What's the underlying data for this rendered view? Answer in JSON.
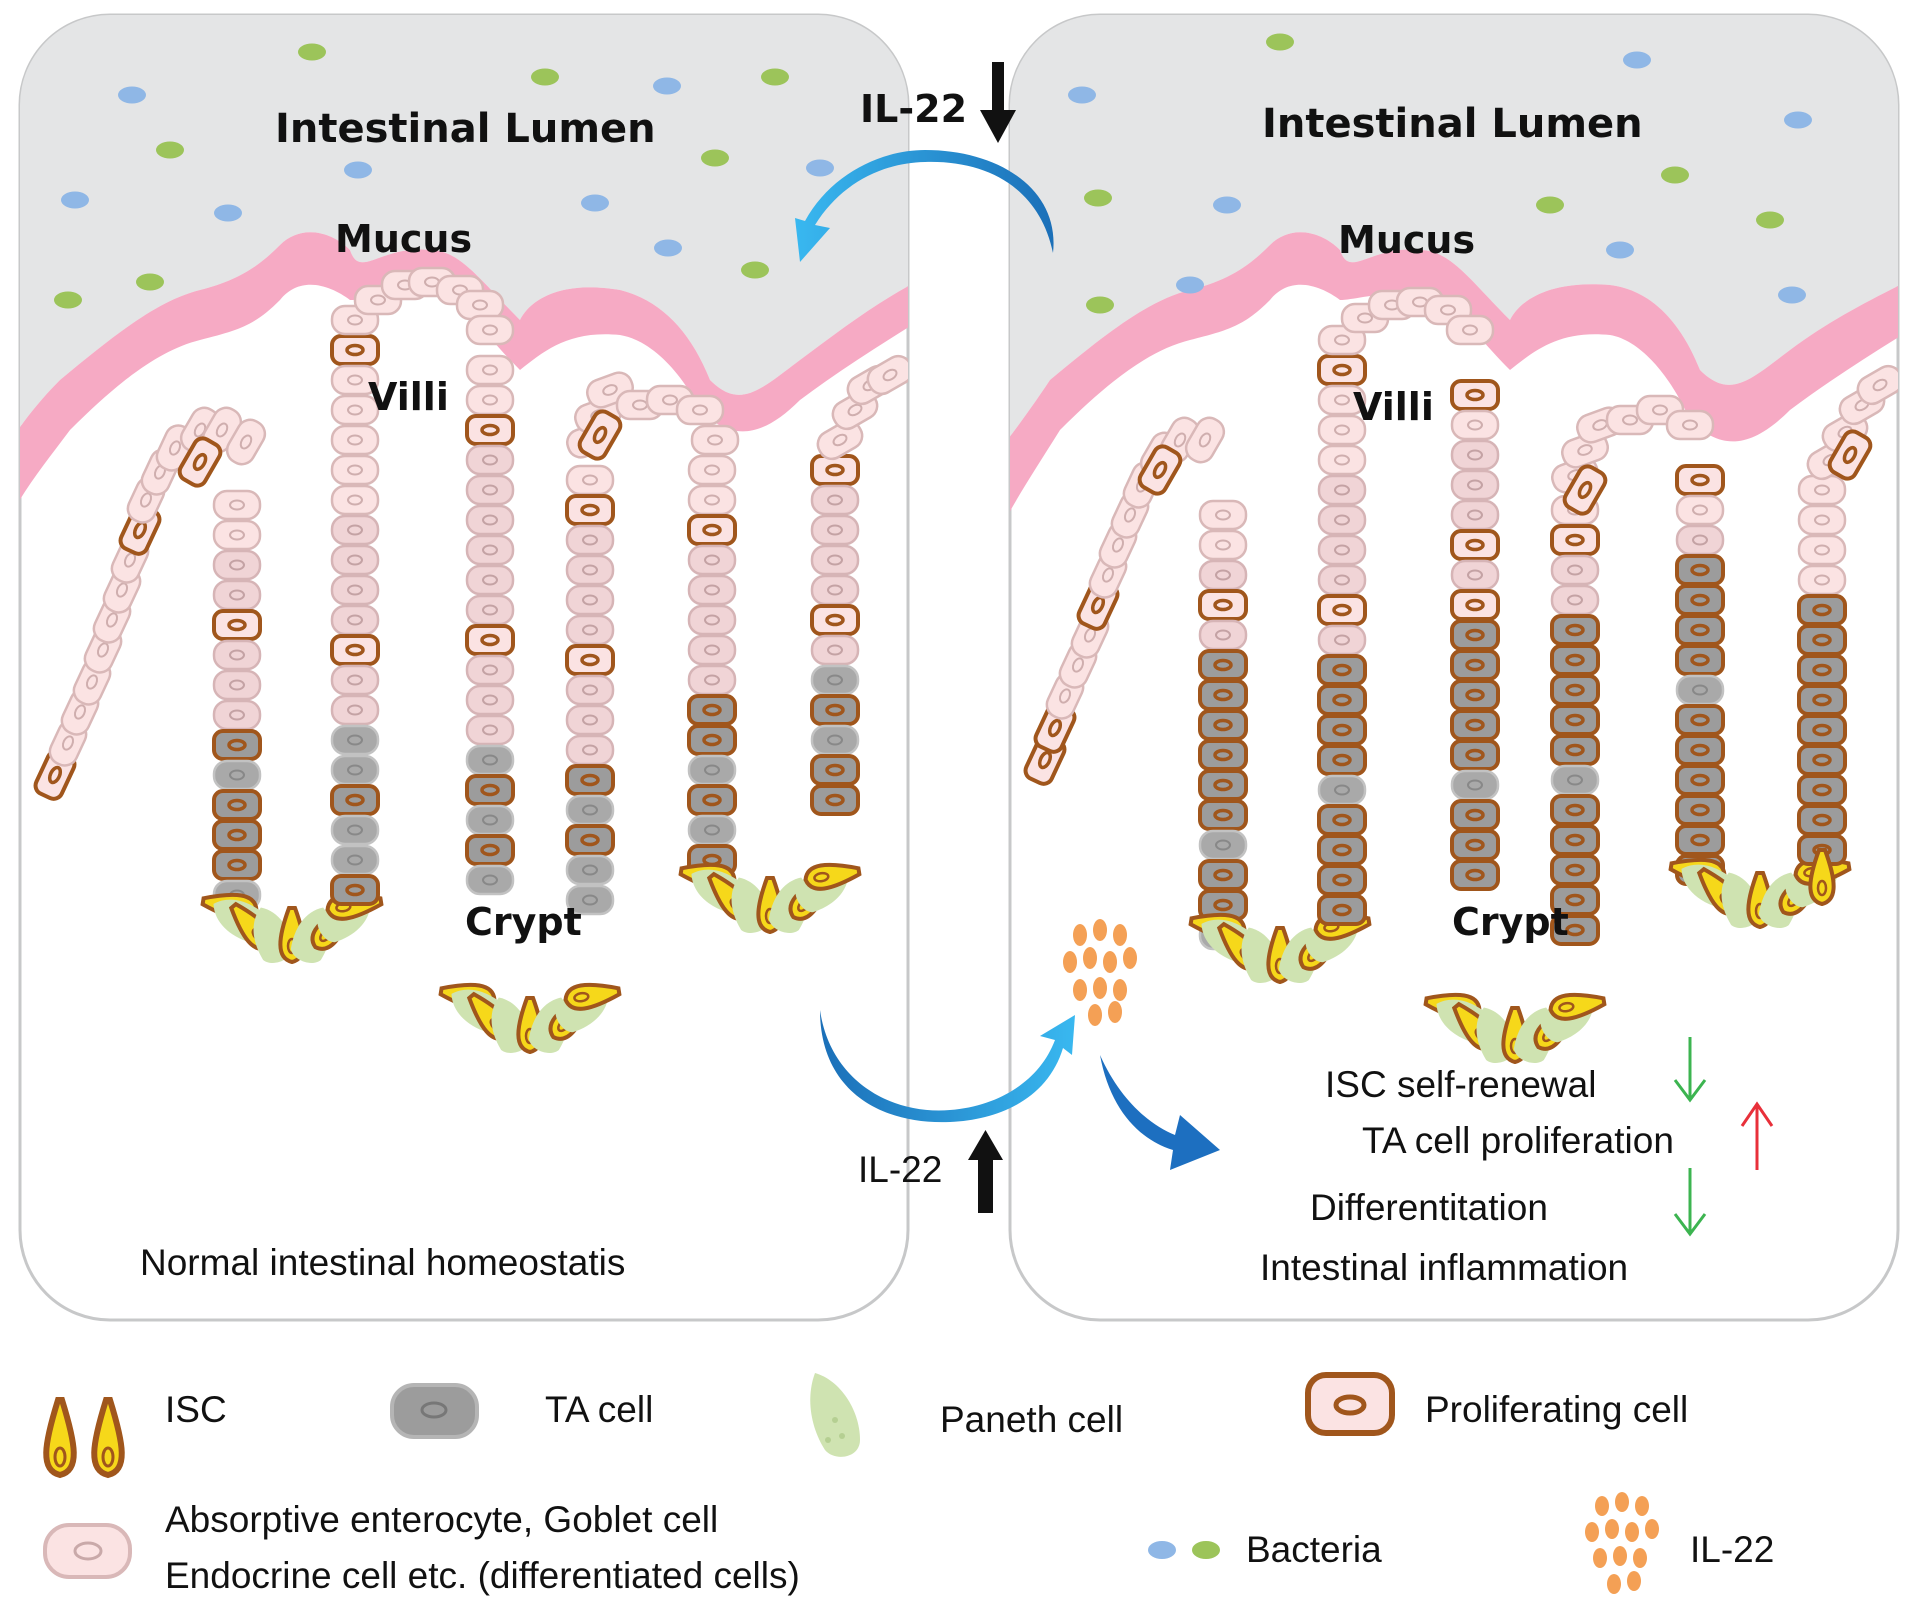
{
  "left_panel": {
    "lumen_label": "Intestinal  Lumen",
    "mucus_label": "Mucus",
    "villi_label": "Villi",
    "crypt_label": "Crypt",
    "caption": "Normal intestinal homeostatis"
  },
  "right_panel": {
    "lumen_label": "Intestinal  Lumen",
    "mucus_label": "Mucus",
    "villi_label": "Villi",
    "crypt_label": "Crypt",
    "outcomes": [
      {
        "label": "ISC self-renewal",
        "direction": "down"
      },
      {
        "label": "TA cell proliferation",
        "direction": "up"
      },
      {
        "label": "Differentitation",
        "direction": "down"
      },
      {
        "label": "Intestinal inflammation",
        "direction": "none"
      }
    ]
  },
  "il22_top": {
    "label": "IL-22",
    "direction": "down"
  },
  "il22_bottom": {
    "label": "IL-22",
    "direction": "up"
  },
  "legend": {
    "isc": "ISC",
    "ta_cell": "TA cell",
    "paneth_cell": "Paneth cell",
    "proliferating_cell": "Proliferating cell",
    "differentiated_line1": "Absorptive enterocyte, Goblet cell",
    "differentiated_line2": "Endocrine cell etc. (differentiated cells)",
    "bacteria": "Bacteria",
    "il22": "IL-22"
  },
  "colors": {
    "lumen": "#e4e5e6",
    "mucus": "#f6aac4",
    "enterocyte_fill": "#fbe3e3",
    "enterocyte_stroke": "#d9b8b8",
    "villus_band": "#f0d4d6",
    "ta_fill": "#9c9c9c",
    "proliferating_stroke": "#a0561c",
    "isc_fill": "#f6d81a",
    "isc_stroke": "#a0561c",
    "paneth_fill": "#cfe3b1",
    "bacteria_blue": "#8fb7e6",
    "bacteria_green": "#9cc45a",
    "il22": "#f4a055",
    "arrow_blue": "#2f9fe0",
    "arrow_dark_blue": "#1d6fc0",
    "arrow_green": "#3cb450",
    "arrow_red": "#e8303a"
  }
}
